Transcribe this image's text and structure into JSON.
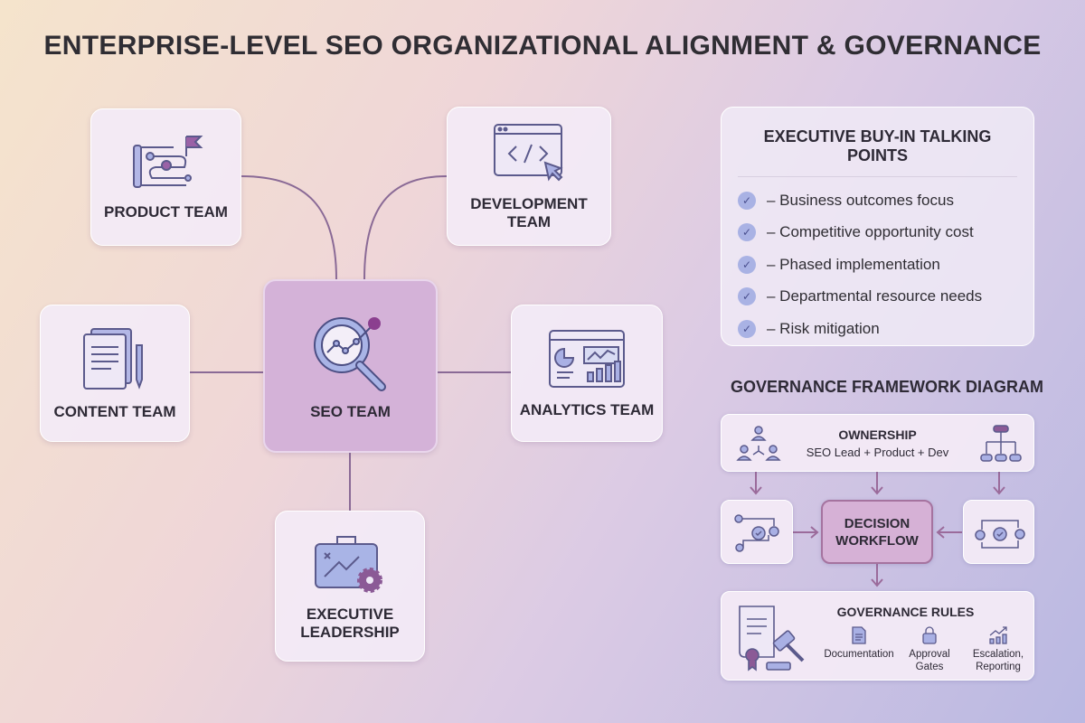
{
  "title": "ENTERPRISE-LEVEL SEO ORGANIZATIONAL ALIGNMENT & GOVERNANCE",
  "teams": {
    "product": "PRODUCT TEAM",
    "development": "DEVELOPMENT TEAM",
    "content": "CONTENT TEAM",
    "seo": "SEO TEAM",
    "analytics": "ANALYTICS TEAM",
    "executive_1": "EXECUTIVE",
    "executive_2": "LEADERSHIP"
  },
  "talking_points": {
    "heading": "EXECUTIVE BUY-IN TALKING POINTS",
    "items": [
      "– Business outcomes focus",
      "– Competitive opportunity cost",
      "– Phased implementation",
      "– Departmental resource needs",
      "– Risk mitigation"
    ]
  },
  "governance": {
    "heading": "GOVERNANCE FRAMEWORK DIAGRAM",
    "ownership_title": "OWNERSHIP",
    "ownership_sub": "SEO Lead + Product + Dev",
    "decision_1": "DECISION",
    "decision_2": "WORKFLOW",
    "rules_title": "GOVERNANCE RULES",
    "rule_1": "Documentation",
    "rule_2a": "Approval",
    "rule_2b": "Gates",
    "rule_3a": "Escalation,",
    "rule_3b": "Reporting"
  },
  "colors": {
    "line": "#8a6a96",
    "accent": "#6f5aa0",
    "seo_card": "#d4b2d8"
  }
}
